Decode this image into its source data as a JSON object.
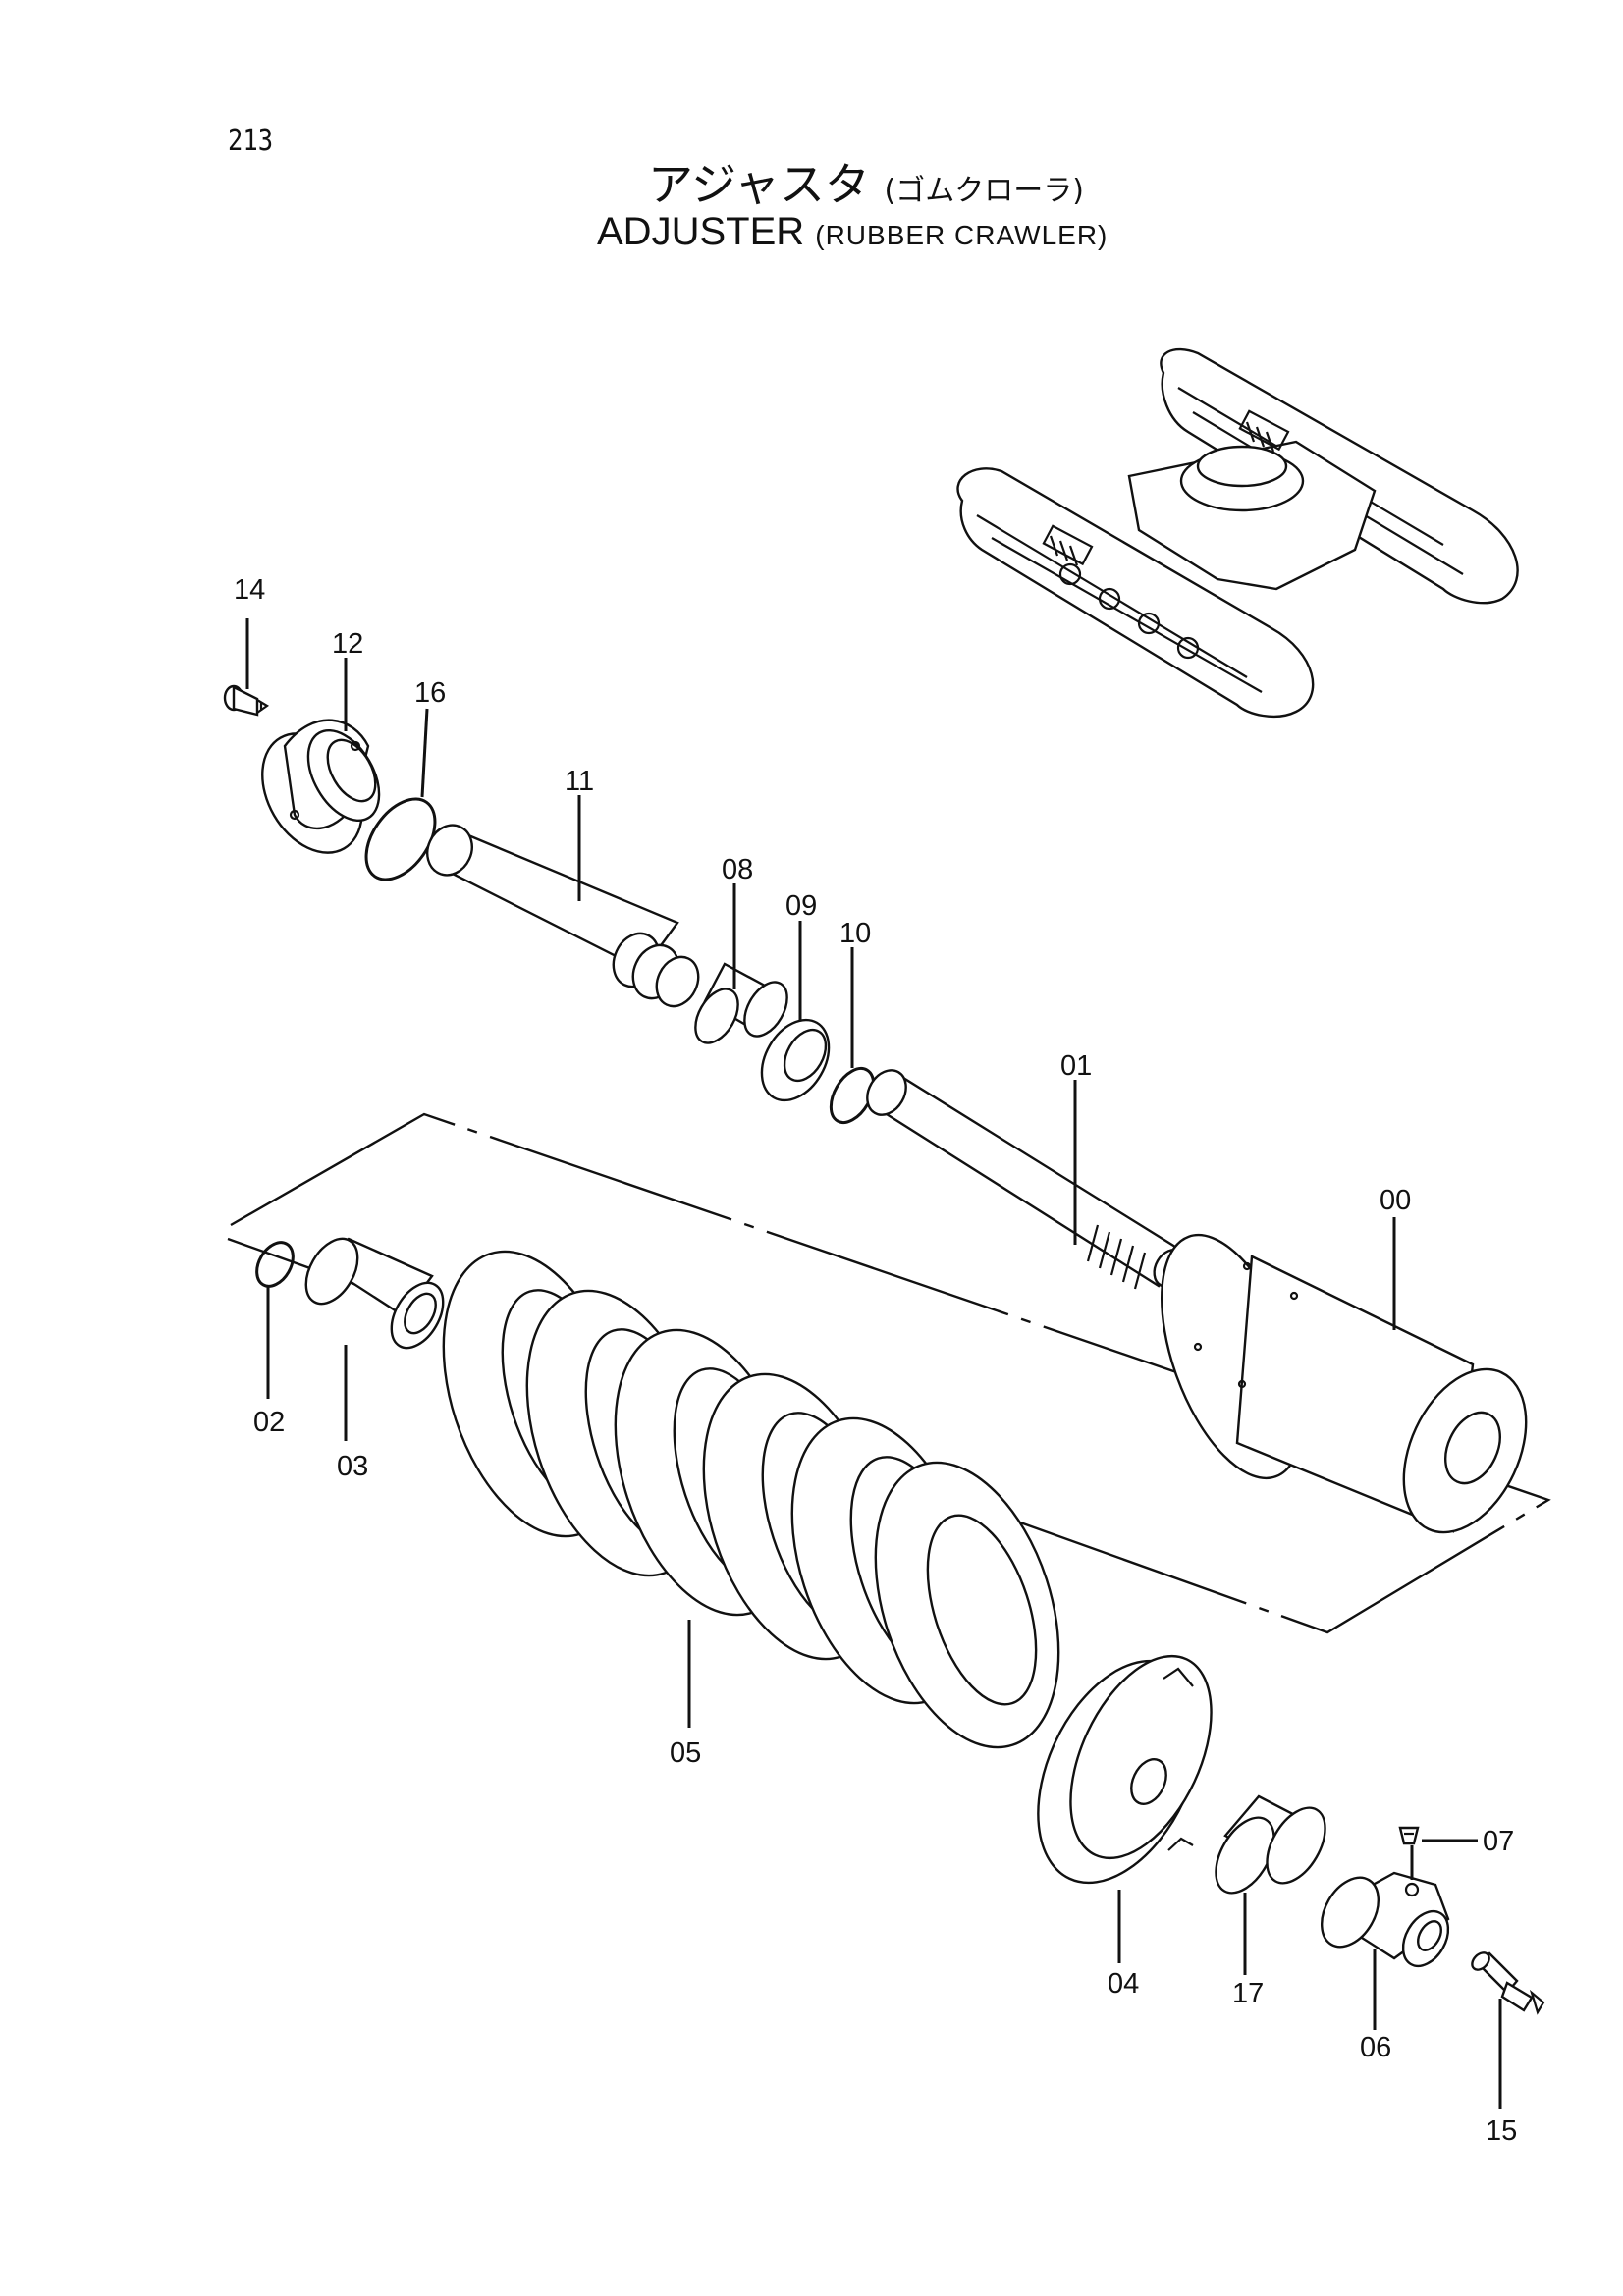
{
  "page_number": "213",
  "title_jp": "アジャスタ",
  "title_jp_sub": "(ゴムクローラ)",
  "title_en": "ADJUSTER",
  "title_en_sub": "(RUBBER CRAWLER)",
  "callouts": {
    "p00": "00",
    "p01": "01",
    "p02": "02",
    "p03": "03",
    "p04": "04",
    "p05": "05",
    "p06": "06",
    "p07": "07",
    "p08": "08",
    "p09": "09",
    "p10": "10",
    "p11": "11",
    "p12": "12",
    "p14": "14",
    "p15": "15",
    "p16": "16",
    "p17": "17"
  }
}
